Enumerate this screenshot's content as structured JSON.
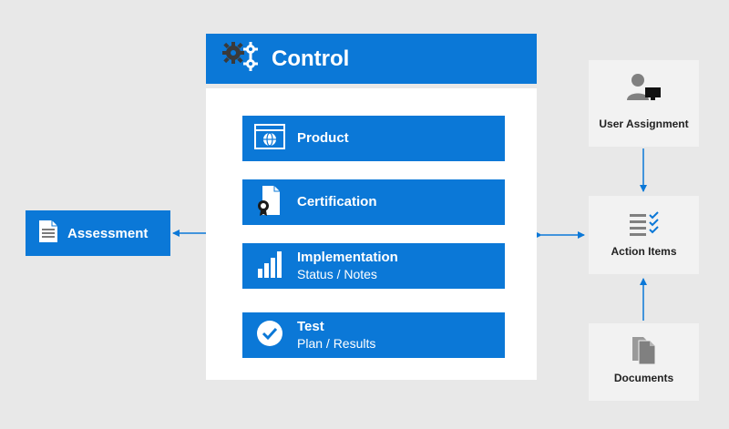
{
  "control": {
    "title": "Control",
    "items": [
      {
        "label": "Product",
        "sublabel": ""
      },
      {
        "label": "Certification",
        "sublabel": ""
      },
      {
        "label": "Implementation",
        "sublabel": "Status / Notes"
      },
      {
        "label": "Test",
        "sublabel": "Plan / Results"
      }
    ]
  },
  "assessment": {
    "label": "Assessment"
  },
  "user_assignment": {
    "label": "User Assignment"
  },
  "action_items": {
    "label": "Action Items"
  },
  "documents": {
    "label": "Documents"
  },
  "colors": {
    "accent": "#0b78d7",
    "background": "#e8e8e8",
    "panel": "#ffffff",
    "side_box": "#f2f2f2",
    "icon_grey": "#808080"
  },
  "icons": {
    "control": "gears-icon",
    "product": "browser-globe-icon",
    "certification": "certificate-icon",
    "implementation": "bar-chart-icon",
    "test": "checkmark-circle-icon",
    "assessment": "assessment-document-icon",
    "user_assignment": "user-computer-icon",
    "action_items": "checklist-icon",
    "documents": "documents-icon"
  }
}
